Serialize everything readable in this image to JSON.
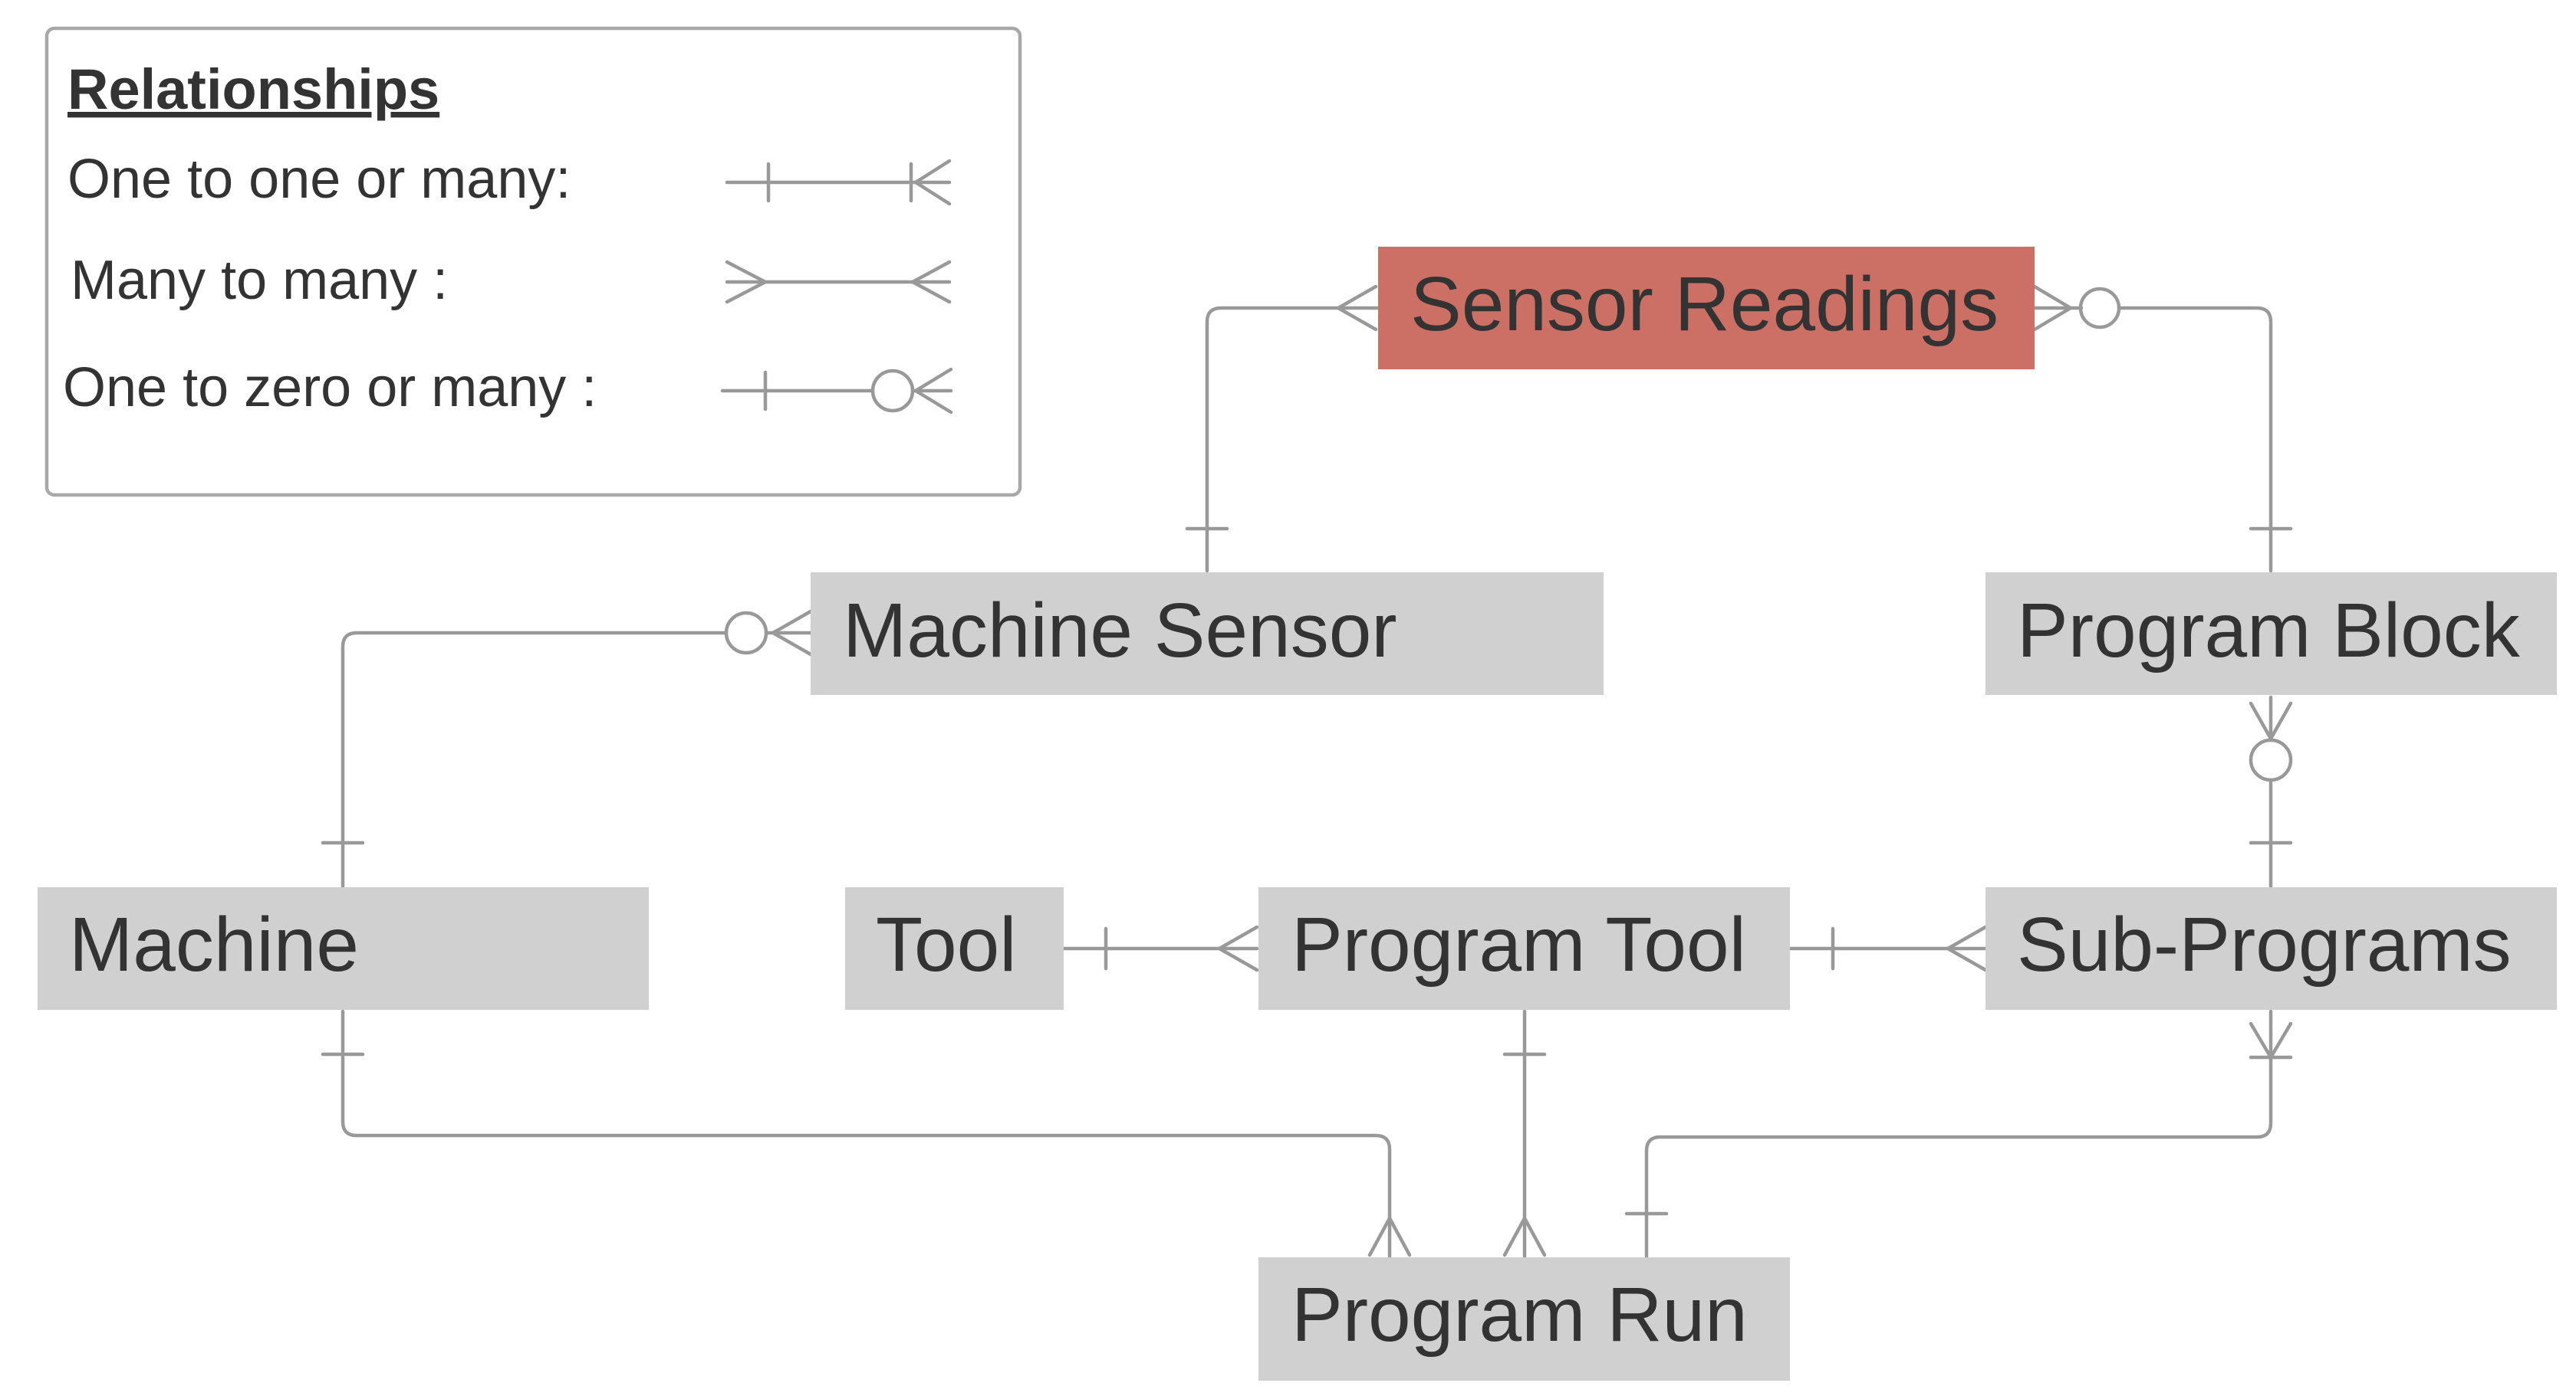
{
  "legend": {
    "title": "Relationships",
    "items": [
      {
        "label": "One to one or many:",
        "symbol": "one-to-one-or-many"
      },
      {
        "label": "Many to many :",
        "symbol": "many-to-many"
      },
      {
        "label": "One to zero or many :",
        "symbol": "one-to-zero-or-many"
      }
    ]
  },
  "entities": {
    "sensor_readings": "Sensor Readings",
    "machine_sensor": "Machine Sensor",
    "program_block": "Program Block",
    "machine": "Machine",
    "tool": "Tool",
    "program_tool": "Program Tool",
    "sub_programs": "Sub-Programs",
    "program_run": "Program Run"
  },
  "colors": {
    "entity_fill": "#d0d0d0",
    "highlight_fill": "#cc6f64",
    "connector": "#999999",
    "text": "#333333"
  }
}
